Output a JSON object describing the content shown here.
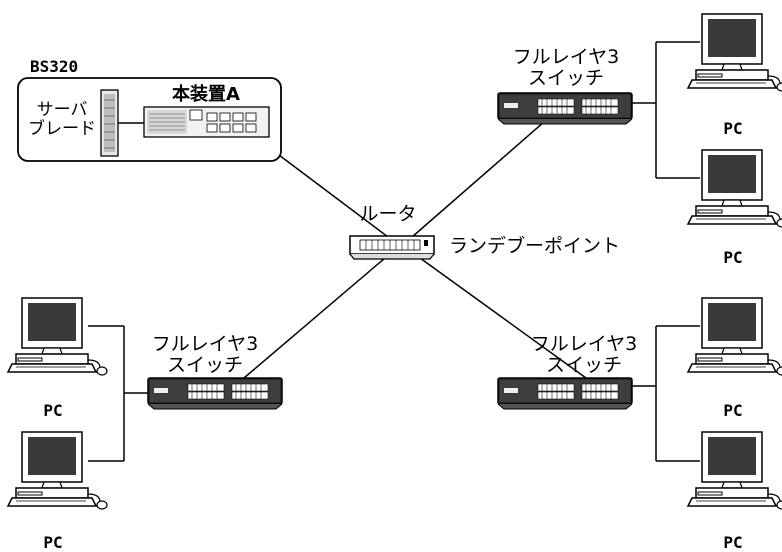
{
  "diagram": {
    "bs320_label": "BS320",
    "device_a_label": "本装置A",
    "server_blade_label": "サーバ\nブレード",
    "router_label": "ルータ",
    "rendezvous_label": "ランデブーポイント",
    "switch_label": "フルレイヤ3\nスイッチ",
    "pc_label": "PC"
  },
  "colors": {
    "line": "#000000",
    "screen": "#3a3a3a",
    "device_body": "#ffffff"
  },
  "icons": {
    "pc": "desktop-computer-icon",
    "switch": "network-switch-icon",
    "router": "router-icon",
    "server_blade": "server-blade-icon",
    "device_a": "network-device-icon"
  }
}
